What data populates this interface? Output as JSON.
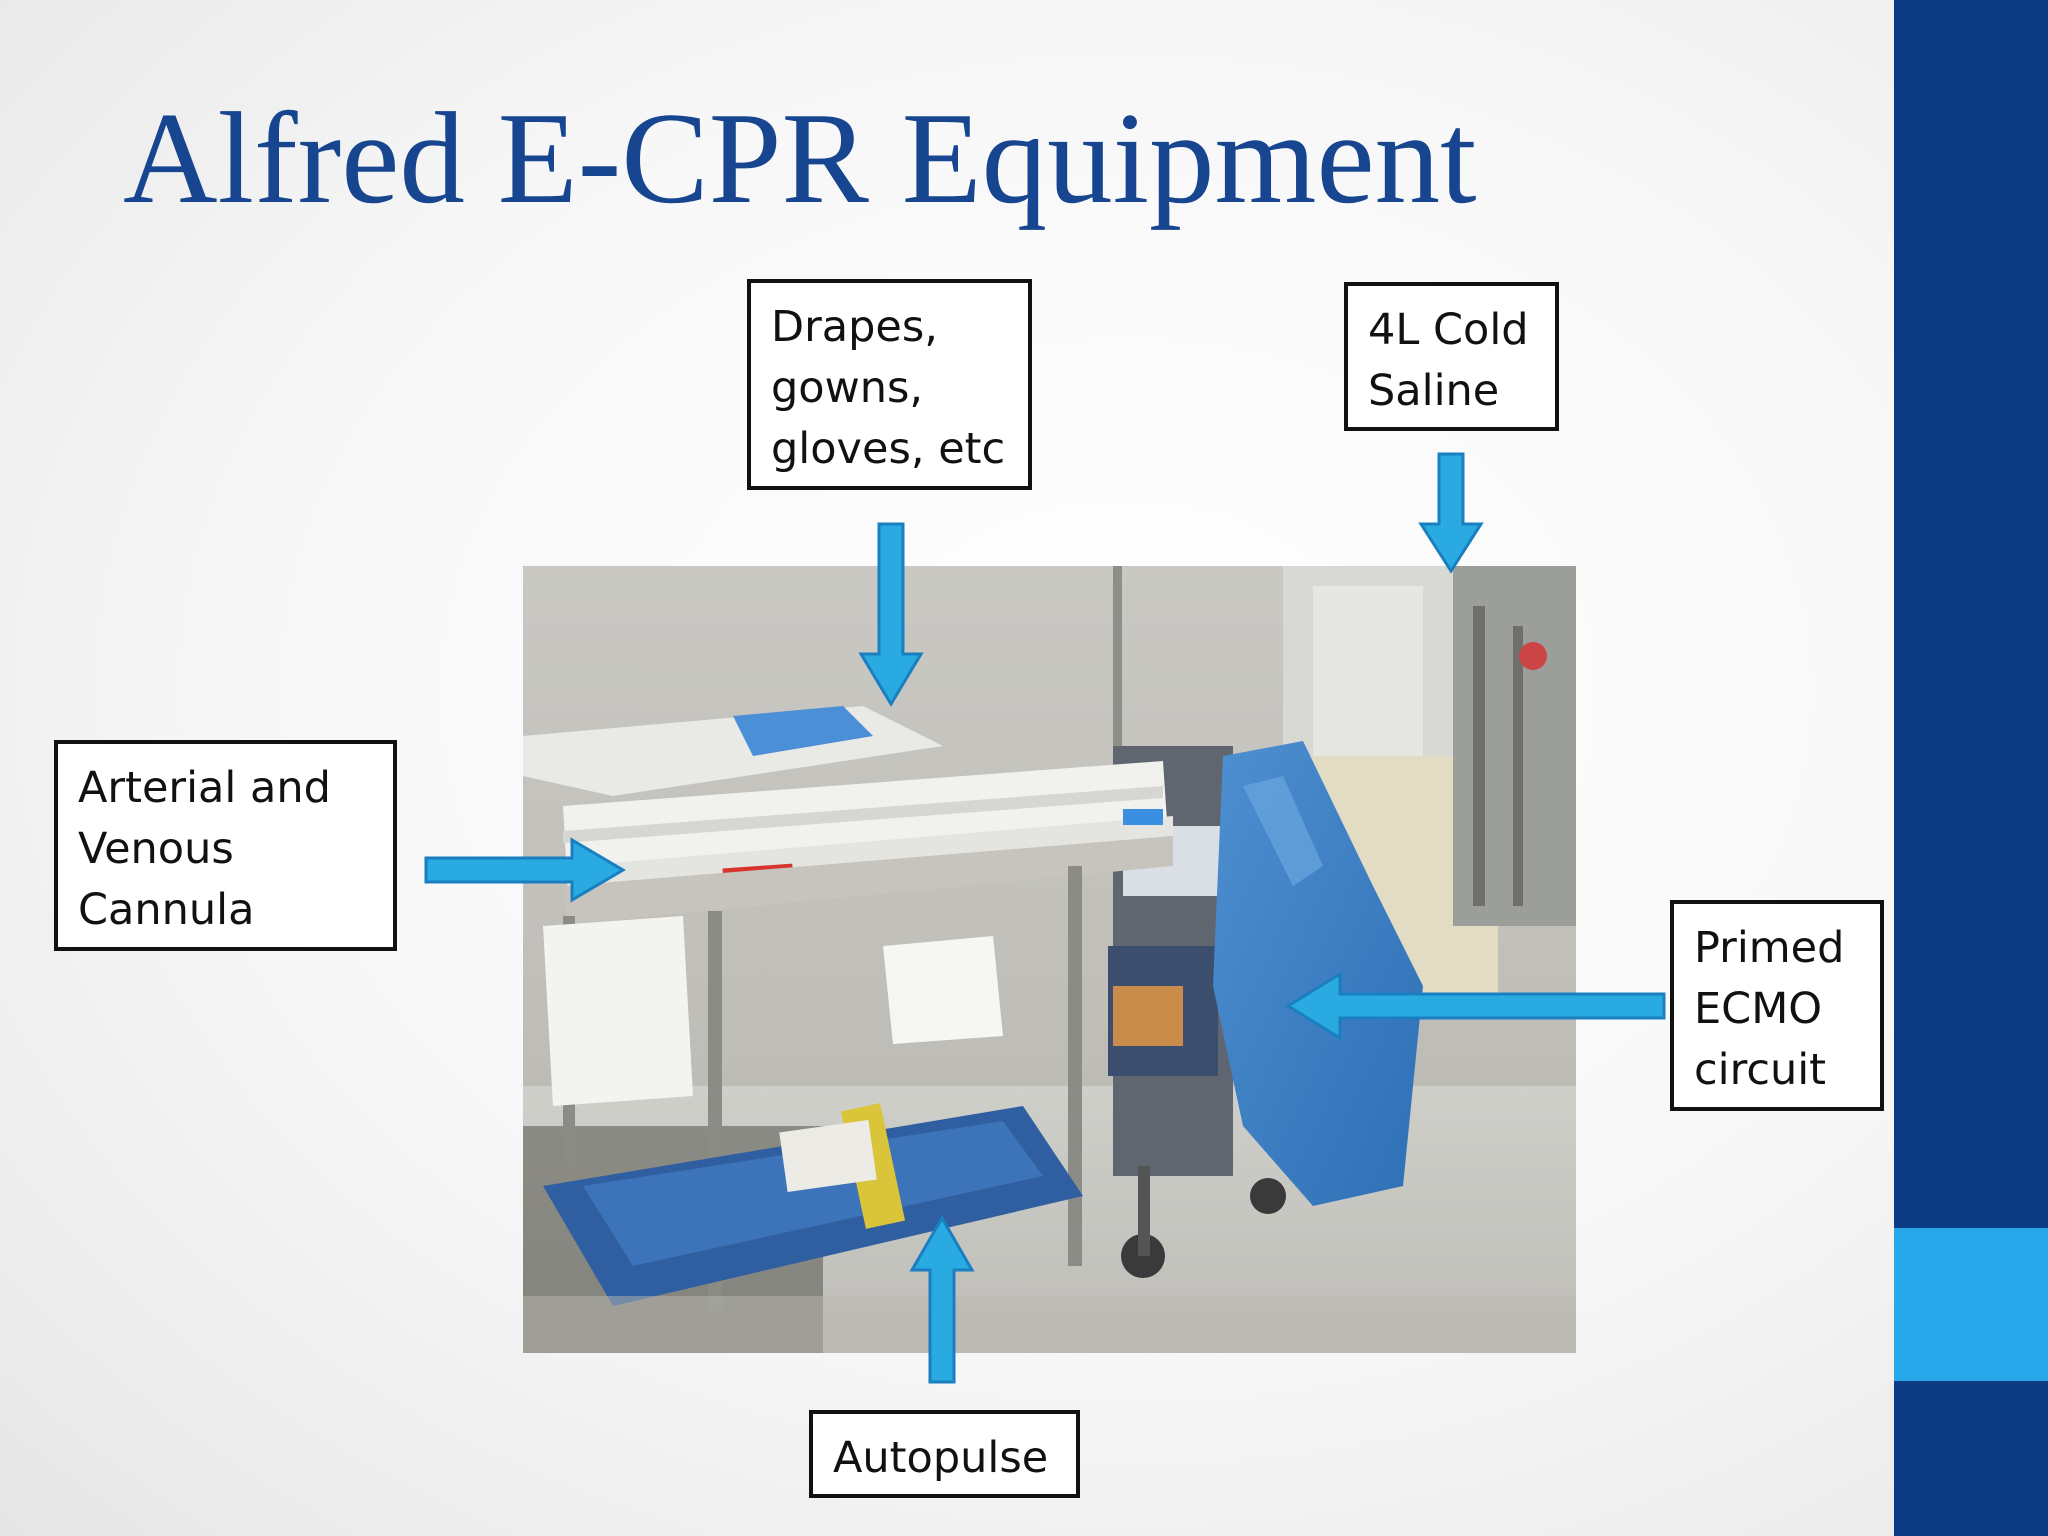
{
  "slide": {
    "title": "Alfred E-CPR Equipment"
  },
  "labels": {
    "drapes": {
      "line1": "Drapes,",
      "line2": "gowns,",
      "line3": "gloves, etc"
    },
    "saline": {
      "line1": "4L Cold",
      "line2": "Saline"
    },
    "cannula": {
      "line1": "Arterial and",
      "line2": "Venous",
      "line3": "Cannula"
    },
    "ecmo": {
      "line1": "Primed",
      "line2": "ECMO",
      "line3": "circuit"
    },
    "autopulse": {
      "line1": "Autopulse"
    }
  },
  "theme": {
    "title_color": "#17458f",
    "band_dark": "#0b3b83",
    "band_light": "#28a8ea",
    "arrow_fill": "#29abe2",
    "arrow_stroke": "#1a7fc0"
  }
}
